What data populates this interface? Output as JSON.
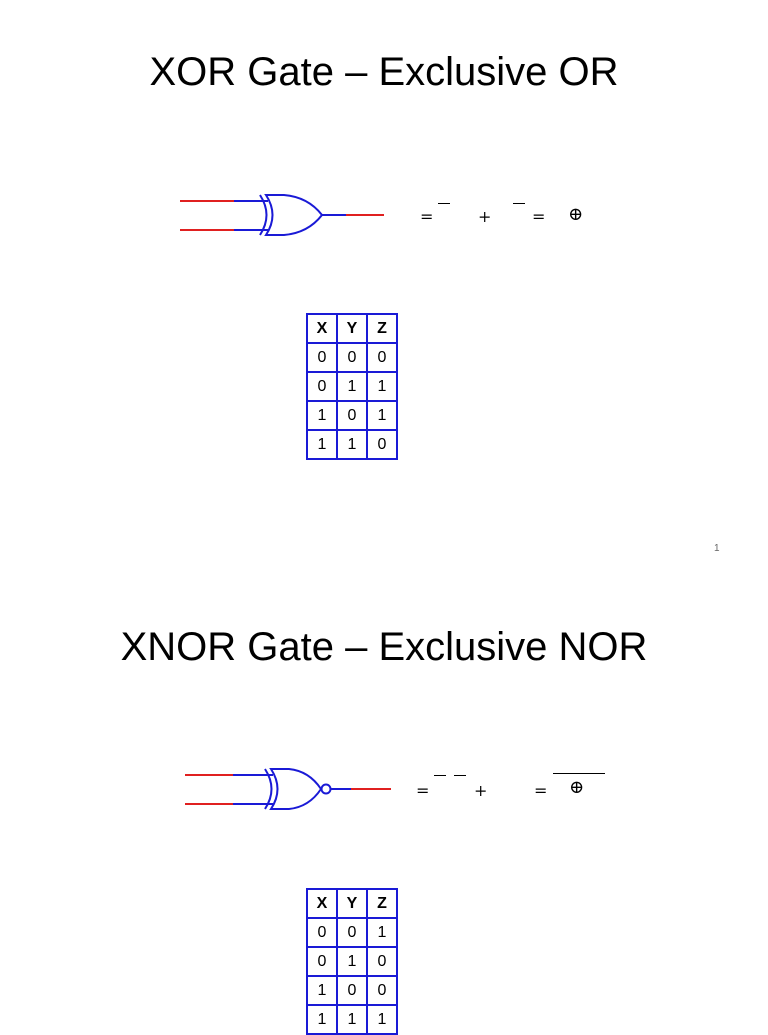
{
  "slides": [
    {
      "title": "XOR Gate – Exclusive OR",
      "equation": {
        "eq1": "=",
        "plus": "+",
        "eq2": "=",
        "xor": "⊕"
      },
      "truth_table": {
        "headers": [
          "X",
          "Y",
          "Z"
        ],
        "rows": [
          [
            "0",
            "0",
            "0"
          ],
          [
            "0",
            "1",
            "1"
          ],
          [
            "1",
            "0",
            "1"
          ],
          [
            "1",
            "1",
            "0"
          ]
        ]
      },
      "page_number": "1"
    },
    {
      "title": "XNOR Gate – Exclusive NOR",
      "equation": {
        "eq1": "=",
        "plus": "+",
        "eq2": "=",
        "xor": "⊕"
      },
      "truth_table": {
        "headers": [
          "X",
          "Y",
          "Z"
        ],
        "rows": [
          [
            "0",
            "0",
            "1"
          ],
          [
            "0",
            "1",
            "0"
          ],
          [
            "1",
            "0",
            "0"
          ],
          [
            "1",
            "1",
            "1"
          ]
        ]
      }
    }
  ],
  "colors": {
    "input_wire": "#e02020",
    "gate": "#1a1ad6",
    "table_border": "#1a1ad6"
  }
}
